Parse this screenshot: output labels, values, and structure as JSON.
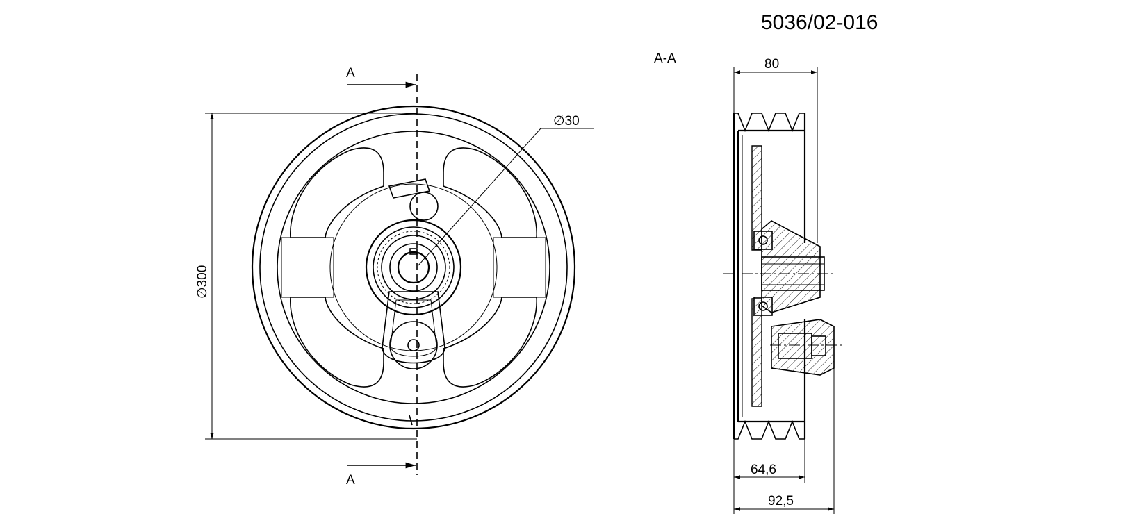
{
  "drawing": {
    "part_number": "5036/02-016",
    "section_label": "A-A",
    "section_marker_top": "A",
    "section_marker_bottom": "A"
  },
  "dimensions": {
    "outer_diameter": "300",
    "bore_diameter": "30",
    "width_top": "80",
    "width_mid": "64,6",
    "width_total": "92,5"
  },
  "symbols": {
    "diameter": "∅"
  }
}
